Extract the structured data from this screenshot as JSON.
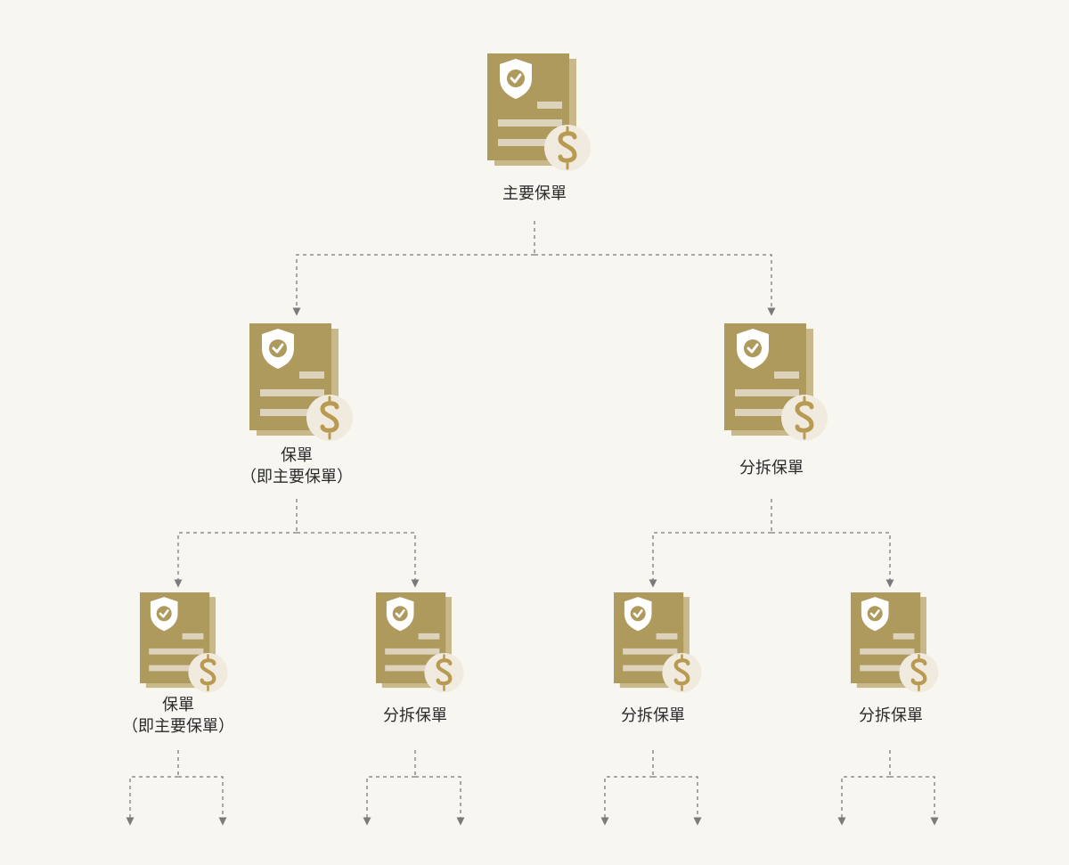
{
  "colors": {
    "background": "#f8f6f1",
    "doc_front": "#ae9a5d",
    "doc_back": "#c8b88a",
    "doc_line": "#ddd3bd",
    "badge_bg": "#f1ebdf",
    "dollar": "#b89a52",
    "connector": "#7a7a7a"
  },
  "nodes": {
    "root": {
      "label": "主要保單"
    },
    "level1_left": {
      "line1": "保單",
      "line2": "（即主要保單）"
    },
    "level1_right": {
      "label": "分拆保單"
    },
    "level2_a": {
      "line1": "保單",
      "line2": "（即主要保單）"
    },
    "level2_b": {
      "label": "分拆保單"
    },
    "level2_c": {
      "label": "分拆保單"
    },
    "level2_d": {
      "label": "分拆保單"
    }
  },
  "icons": {
    "document": "policy-document-icon",
    "shield": "shield-check-icon",
    "badge": "dollar-badge-icon"
  }
}
